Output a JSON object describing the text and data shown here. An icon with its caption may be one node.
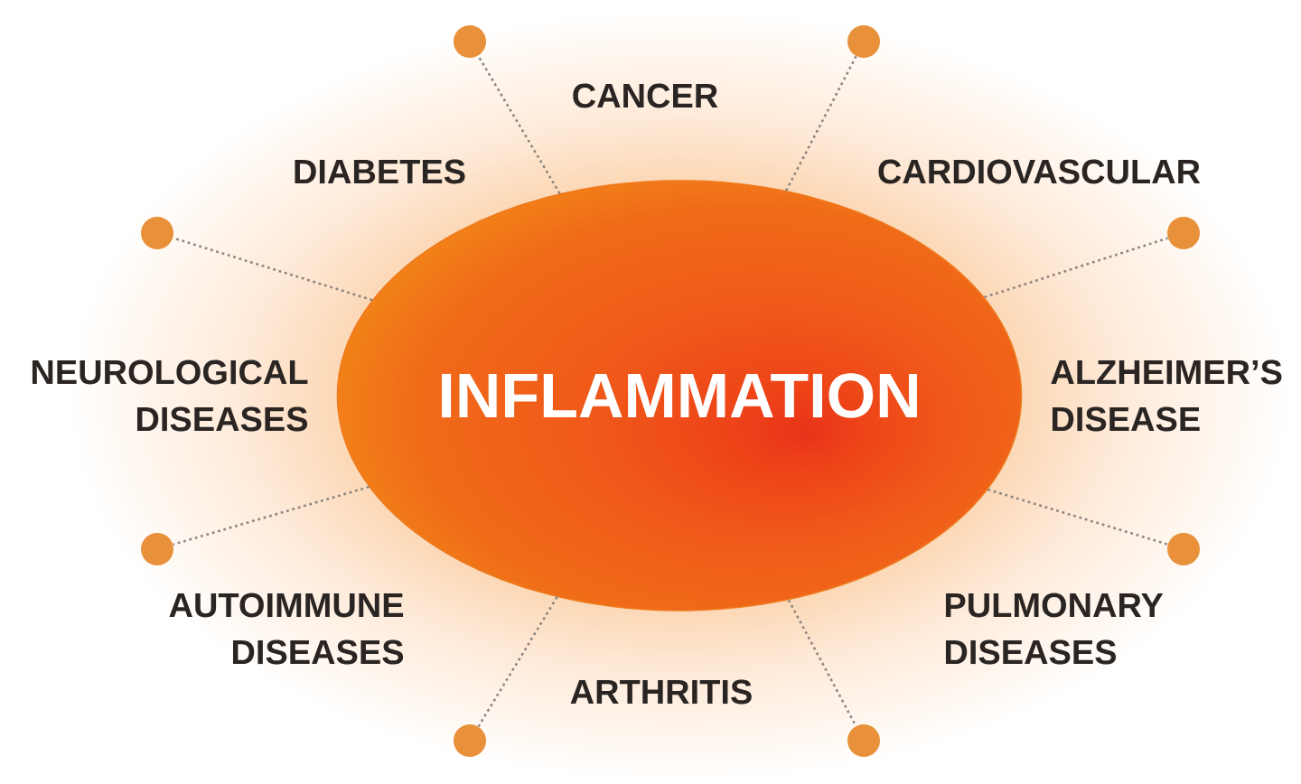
{
  "diagram": {
    "nodes": [
      {
        "text": [
          "INFLAMMATION"
        ]
      },
      {
        "text": [],
        "shape": "circle"
      },
      {
        "text": [],
        "shape": "circle"
      },
      {
        "text": [],
        "shape": "circle"
      },
      {
        "text": [],
        "shape": "circle"
      },
      {
        "text": [],
        "shape": "circle"
      },
      {
        "text": [],
        "shape": "circle"
      },
      {
        "text": [],
        "shape": "circle"
      },
      {
        "text": [],
        "shape": "circle"
      }
    ],
    "edges": [
      {
        "from": 0,
        "to": 1,
        "arrow": "none"
      },
      {
        "from": 0,
        "to": 2,
        "arrow": "none"
      },
      {
        "from": 0,
        "to": 3,
        "arrow": "none"
      },
      {
        "from": 0,
        "to": 4,
        "arrow": "none"
      },
      {
        "from": 0,
        "to": 5,
        "arrow": "none"
      },
      {
        "from": 0,
        "to": 6,
        "arrow": "none"
      },
      {
        "from": 0,
        "to": 7,
        "arrow": "none"
      },
      {
        "from": 0,
        "to": 8,
        "arrow": "none"
      }
    ],
    "labels": [
      "CANCER",
      "DIABETES",
      "CARDIOVASCULAR",
      "NEUROLOGICAL DISEASES",
      "ALZHEIMER’S DISEASE",
      "AUTOIMMUNE DISEASES",
      "PULMONARY DISEASES",
      "ARTHRITIS"
    ]
  }
}
